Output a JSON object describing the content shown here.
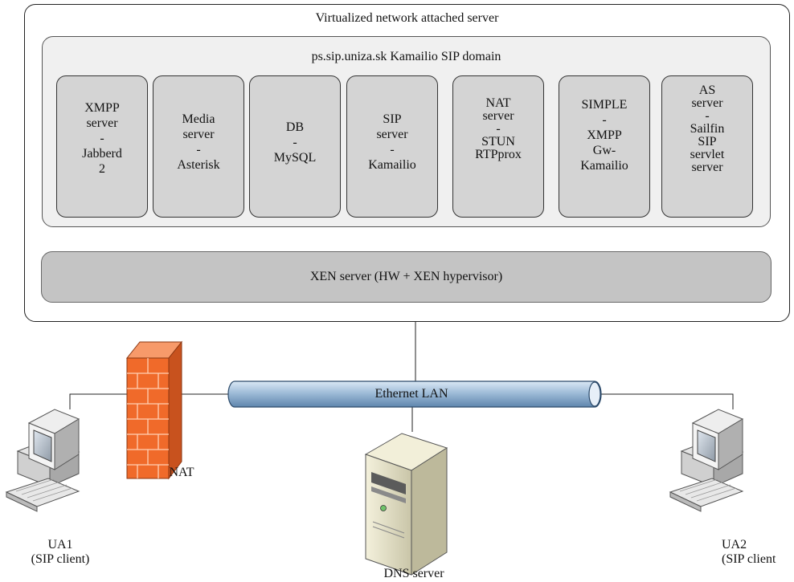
{
  "server": {
    "title": "Virtualized network attached server",
    "domain_title": "ps.sip.uniza.sk Kamailio SIP domain",
    "services": [
      {
        "label": "XMPP\nserver\n-\nJabberd\n2"
      },
      {
        "label": "Media\nserver\n-\nAsterisk"
      },
      {
        "label": "DB\n-\nMySQL"
      },
      {
        "label": "SIP\nserver\n-\nKamailio"
      },
      {
        "label": "NAT\nserver\n-\nSTUN\nRTPprox"
      },
      {
        "label": "SIMPLE\n-\nXMPP\nGw-\nKamailio"
      },
      {
        "label": "AS\nserver\n-\nSailfin\nSIP\nservlet\nserver"
      }
    ],
    "hypervisor": "XEN server (HW + XEN hypervisor)"
  },
  "network": {
    "lan_label": "Ethernet LAN",
    "nat_label": "NAT",
    "dns_label": "DNS server",
    "ua1_label": "UA1\n(SIP client)",
    "ua2_label": "UA2\n(SIP client"
  },
  "colors": {
    "service_fill": "#d4d4d4",
    "hypervisor_fill": "#c4c4c4",
    "domain_fill": "#f0f0f0",
    "lan_pipe": "#9fbcd8",
    "firewall": "#f06a2a"
  }
}
